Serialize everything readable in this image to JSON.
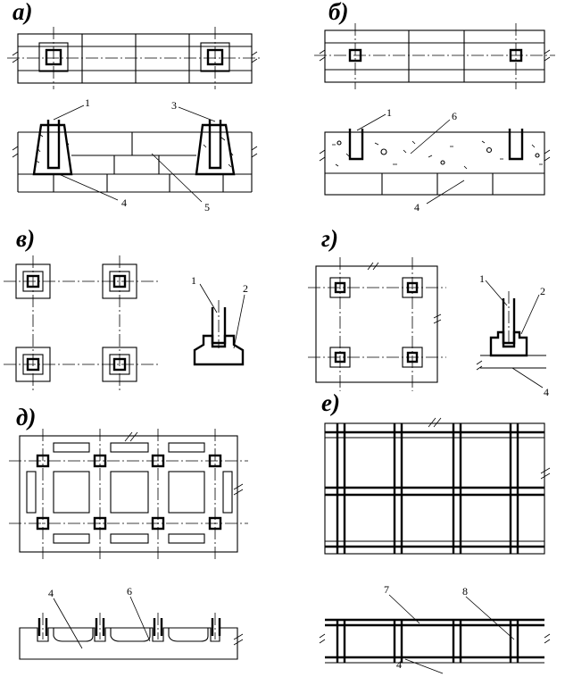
{
  "panels": {
    "a": {
      "label": "а)"
    },
    "b": {
      "label": "б)"
    },
    "v": {
      "label": "в)"
    },
    "g": {
      "label": "г)"
    },
    "d": {
      "label": "д)"
    },
    "e": {
      "label": "е)"
    }
  },
  "callouts": {
    "a_1": "1",
    "a_3": "3",
    "a_4": "4",
    "a_5": "5",
    "b_1": "1",
    "b_6": "6",
    "b_4": "4",
    "v_1": "1",
    "v_2": "2",
    "g_1": "1",
    "g_2": "2",
    "g_4": "4",
    "d_4": "4",
    "d_6": "6",
    "e_7": "7",
    "e_8": "8",
    "e_4": "4"
  }
}
